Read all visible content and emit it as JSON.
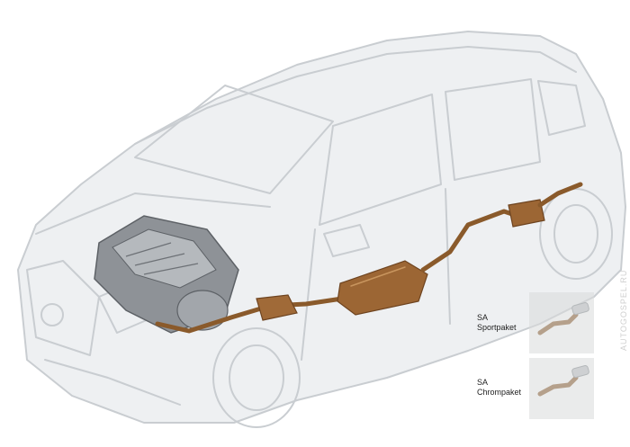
{
  "callouts": [
    {
      "label": "SA\nSportpaket",
      "tip_style": "sport"
    },
    {
      "label": "SA\nChrompaket",
      "tip_style": "chrome"
    }
  ],
  "watermark": "AUTOGOSPEL.RU",
  "colors": {
    "car_outline": "#c9cdd1",
    "exhaust_copper": "#8a5a2b",
    "callout_background": "#d9dadb",
    "chrome_tip": "#c0c4c8"
  }
}
